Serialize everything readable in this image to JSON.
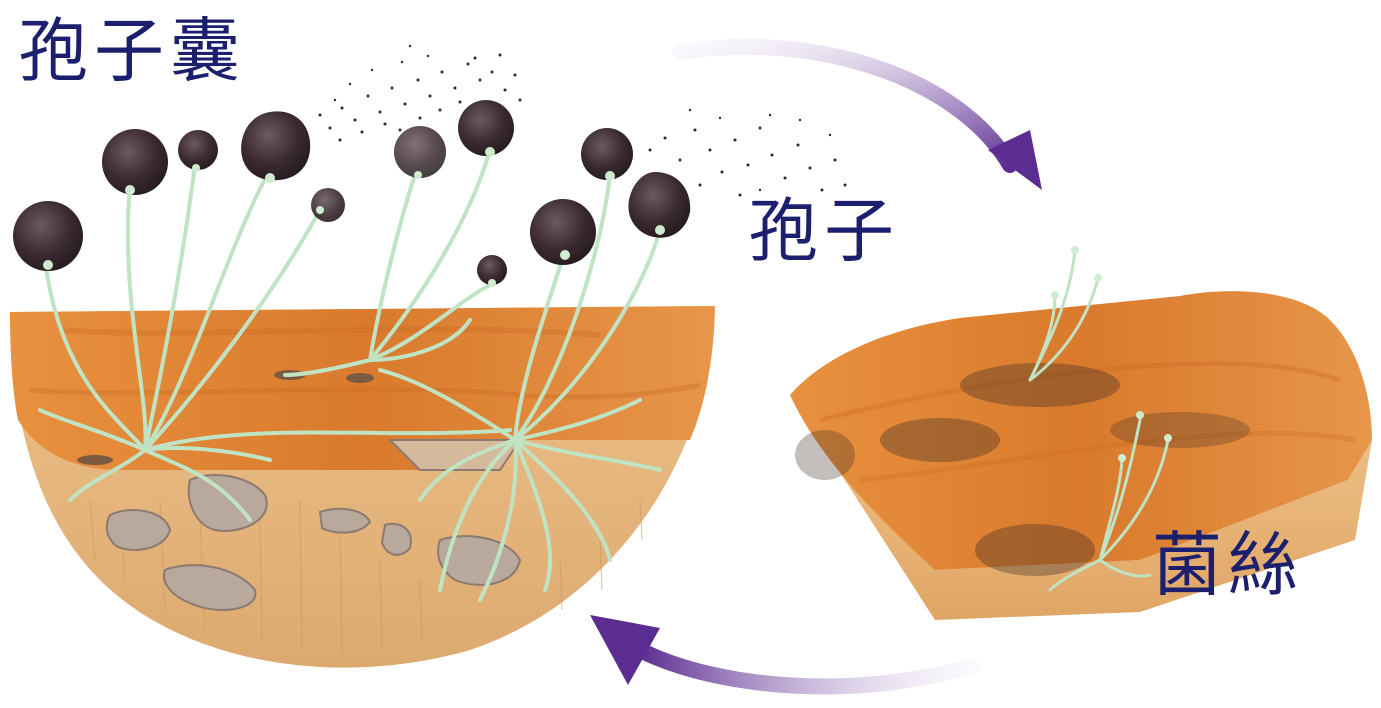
{
  "labels": {
    "sporangium": "孢子囊",
    "spores": "孢子",
    "hyphae": "菌絲"
  },
  "colors": {
    "label_text": "#1b1f6e",
    "arrow": "#6a3d9a",
    "hypha": "#bfe3c3",
    "sporangium": "#3a2a2f",
    "bread_crust": "#e08a3a",
    "bread_crumb": "#e9c28a"
  },
  "icons": [
    "cycle-arrow-top",
    "cycle-arrow-bottom"
  ]
}
